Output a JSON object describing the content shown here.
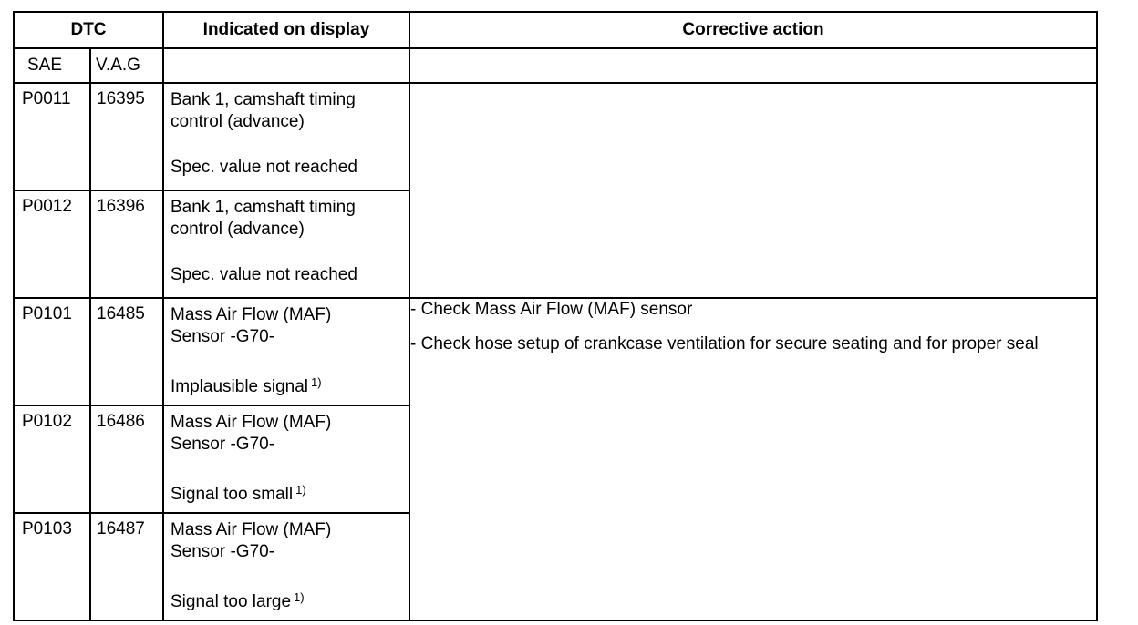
{
  "headers": {
    "dtc": "DTC",
    "indicated": "Indicated on display",
    "corrective": "Corrective action"
  },
  "subheaders": {
    "sae": "SAE",
    "vag": "V.A.G"
  },
  "rows": [
    {
      "sae": "P0011",
      "vag": "16395",
      "line1": "Bank 1, camshaft timing",
      "line2": "control (advance)",
      "line3": "Spec. value not reached",
      "footnote": ""
    },
    {
      "sae": "P0012",
      "vag": "16396",
      "line1": "Bank 1, camshaft timing",
      "line2": "control (advance)",
      "line3": "Spec. value not reached",
      "footnote": ""
    },
    {
      "sae": "P0101",
      "vag": "16485",
      "line1": "Mass Air Flow (MAF)",
      "line2": "Sensor -G70-",
      "line3": "Implausible signal",
      "footnote": "1)"
    },
    {
      "sae": "P0102",
      "vag": "16486",
      "line1": "Mass Air Flow (MAF)",
      "line2": "Sensor -G70-",
      "line3": "Signal too small",
      "footnote": "1)"
    },
    {
      "sae": "P0103",
      "vag": "16487",
      "line1": "Mass Air Flow (MAF)",
      "line2": "Sensor -G70-",
      "line3": "Signal too large",
      "footnote": "1)"
    }
  ],
  "corrective_actions": {
    "maf_group": [
      "- Check Mass Air Flow (MAF) sensor",
      "- Check hose setup of crankcase ventilation for secure seating and for proper seal"
    ]
  }
}
